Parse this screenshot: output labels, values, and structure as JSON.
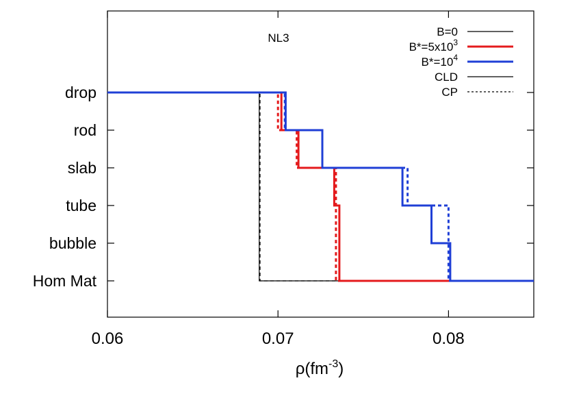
{
  "chart_data": {
    "type": "line",
    "title": "",
    "annotation": "NL3",
    "xlabel_base": "ρ(fm",
    "xlabel_sup": "-3",
    "xlabel_tail": ")",
    "ylabel": "",
    "xlim": [
      0.06,
      0.085
    ],
    "xticks": [
      {
        "value": 0.06,
        "label": "0.06"
      },
      {
        "value": 0.07,
        "label": "0.07"
      },
      {
        "value": 0.08,
        "label": "0.08"
      }
    ],
    "categories": [
      "Hom Mat",
      "bubble",
      "tube",
      "slab",
      "rod",
      "drop"
    ],
    "grid": false,
    "legend_position": "top-right",
    "legend": [
      {
        "base": "B=0",
        "sup": "",
        "color": "#000000",
        "dash": "solid",
        "width": 1.2
      },
      {
        "base": "B*=5x10",
        "sup": "3",
        "color": "#e41a1c",
        "dash": "solid",
        "width": 3
      },
      {
        "base": "B*=10",
        "sup": "4",
        "color": "#1f3fd6",
        "dash": "solid",
        "width": 3
      },
      {
        "base": "CLD",
        "sup": "",
        "color": "#000000",
        "dash": "solid",
        "width": 1.2
      },
      {
        "base": "CP",
        "sup": "",
        "color": "#000000",
        "dash": "dotted",
        "width": 1.2
      }
    ],
    "series": [
      {
        "field": "B=0",
        "method": "CLD",
        "color": "#000000",
        "dash": "solid",
        "width": 1.2,
        "points": [
          [
            0.06,
            5
          ],
          [
            0.0689,
            5
          ],
          [
            0.0689,
            0
          ],
          [
            0.085,
            0
          ]
        ]
      },
      {
        "field": "B=0",
        "method": "CP",
        "color": "#000000",
        "dash": "dotted",
        "width": 1.2,
        "points": [
          [
            0.06,
            5
          ],
          [
            0.06895,
            5
          ],
          [
            0.06895,
            0
          ],
          [
            0.085,
            0
          ]
        ]
      },
      {
        "field": "B*=5x10^3",
        "method": "CLD",
        "color": "#e41a1c",
        "dash": "solid",
        "width": 3,
        "points": [
          [
            0.06,
            5
          ],
          [
            0.0702,
            5
          ],
          [
            0.0702,
            4
          ],
          [
            0.0712,
            4
          ],
          [
            0.0712,
            3
          ],
          [
            0.0733,
            3
          ],
          [
            0.0733,
            2
          ],
          [
            0.0736,
            2
          ],
          [
            0.0736,
            0
          ],
          [
            0.085,
            0
          ]
        ]
      },
      {
        "field": "B*=5x10^3",
        "method": "CP",
        "color": "#e41a1c",
        "dash": "dotted",
        "width": 3,
        "points": [
          [
            0.06,
            5
          ],
          [
            0.07,
            5
          ],
          [
            0.07,
            4
          ],
          [
            0.0711,
            4
          ],
          [
            0.0711,
            3
          ],
          [
            0.0734,
            3
          ],
          [
            0.0734,
            0
          ],
          [
            0.085,
            0
          ]
        ]
      },
      {
        "field": "B*=10^4",
        "method": "CLD",
        "color": "#1f3fd6",
        "dash": "solid",
        "width": 3,
        "points": [
          [
            0.06,
            5
          ],
          [
            0.07045,
            5
          ],
          [
            0.07045,
            4
          ],
          [
            0.0726,
            4
          ],
          [
            0.0726,
            3
          ],
          [
            0.0773,
            3
          ],
          [
            0.0773,
            2
          ],
          [
            0.079,
            2
          ],
          [
            0.079,
            1
          ],
          [
            0.0801,
            1
          ],
          [
            0.0801,
            0
          ],
          [
            0.085,
            0
          ]
        ]
      },
      {
        "field": "B*=10^4",
        "method": "CP",
        "color": "#1f3fd6",
        "dash": "dotted",
        "width": 3,
        "points": [
          [
            0.06,
            5
          ],
          [
            0.0704,
            5
          ],
          [
            0.0704,
            4
          ],
          [
            0.0726,
            4
          ],
          [
            0.0726,
            3
          ],
          [
            0.0776,
            3
          ],
          [
            0.0776,
            2
          ],
          [
            0.08,
            2
          ],
          [
            0.08,
            0
          ],
          [
            0.085,
            0
          ]
        ]
      }
    ]
  }
}
